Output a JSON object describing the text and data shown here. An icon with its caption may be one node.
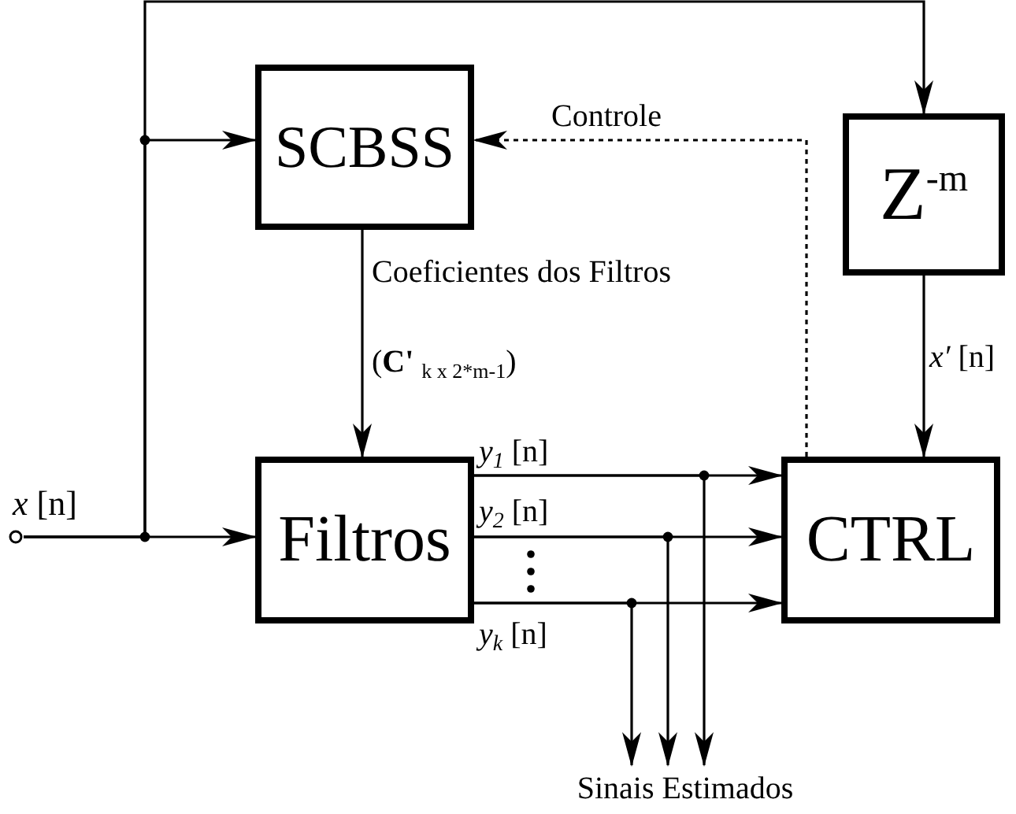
{
  "diagram": {
    "nodes": [
      {
        "text": [
          "SCBSS"
        ]
      },
      {
        "text": [
          "Z$^{-m}$"
        ]
      },
      {
        "text": [
          "Filtros"
        ]
      },
      {
        "text": [
          "CTRL"
        ]
      },
      {
        "text": [],
        "shape": "circle",
        "beside": [
          "*x* [n]"
        ]
      },
      {
        "text": [
          "Sinais Estimados"
        ]
      }
    ],
    "edges": [
      {
        "from": 4,
        "to": 2,
        "arrow": "to"
      },
      {
        "from": 4,
        "to": 0,
        "arrow": "to"
      },
      {
        "from": 4,
        "to": 1,
        "arrow": "to"
      },
      {
        "from": 0,
        "to": 2,
        "arrow": "to",
        "label": "Coeficientes dos Filtros (**C'** $_{k x 2*m-1}$)"
      },
      {
        "from": 3,
        "to": 0,
        "arrow": "to",
        "label": "Controle",
        "style": "dashed"
      },
      {
        "from": 1,
        "to": 3,
        "arrow": "to",
        "label": "*x′* [n]"
      },
      {
        "from": 2,
        "to": 3,
        "arrow": "to",
        "label": "*y*$_{1}$ [n]"
      },
      {
        "from": 2,
        "to": 3,
        "arrow": "to",
        "label": "*y*$_{2}$ [n]"
      },
      {
        "from": 2,
        "to": 3,
        "arrow": "to",
        "label": "*y*$_{k}$ [n]"
      },
      {
        "from": 2,
        "to": 5,
        "arrow": "to"
      },
      {
        "from": 2,
        "to": 5,
        "arrow": "to"
      },
      {
        "from": 2,
        "to": 5,
        "arrow": "to"
      }
    ]
  }
}
